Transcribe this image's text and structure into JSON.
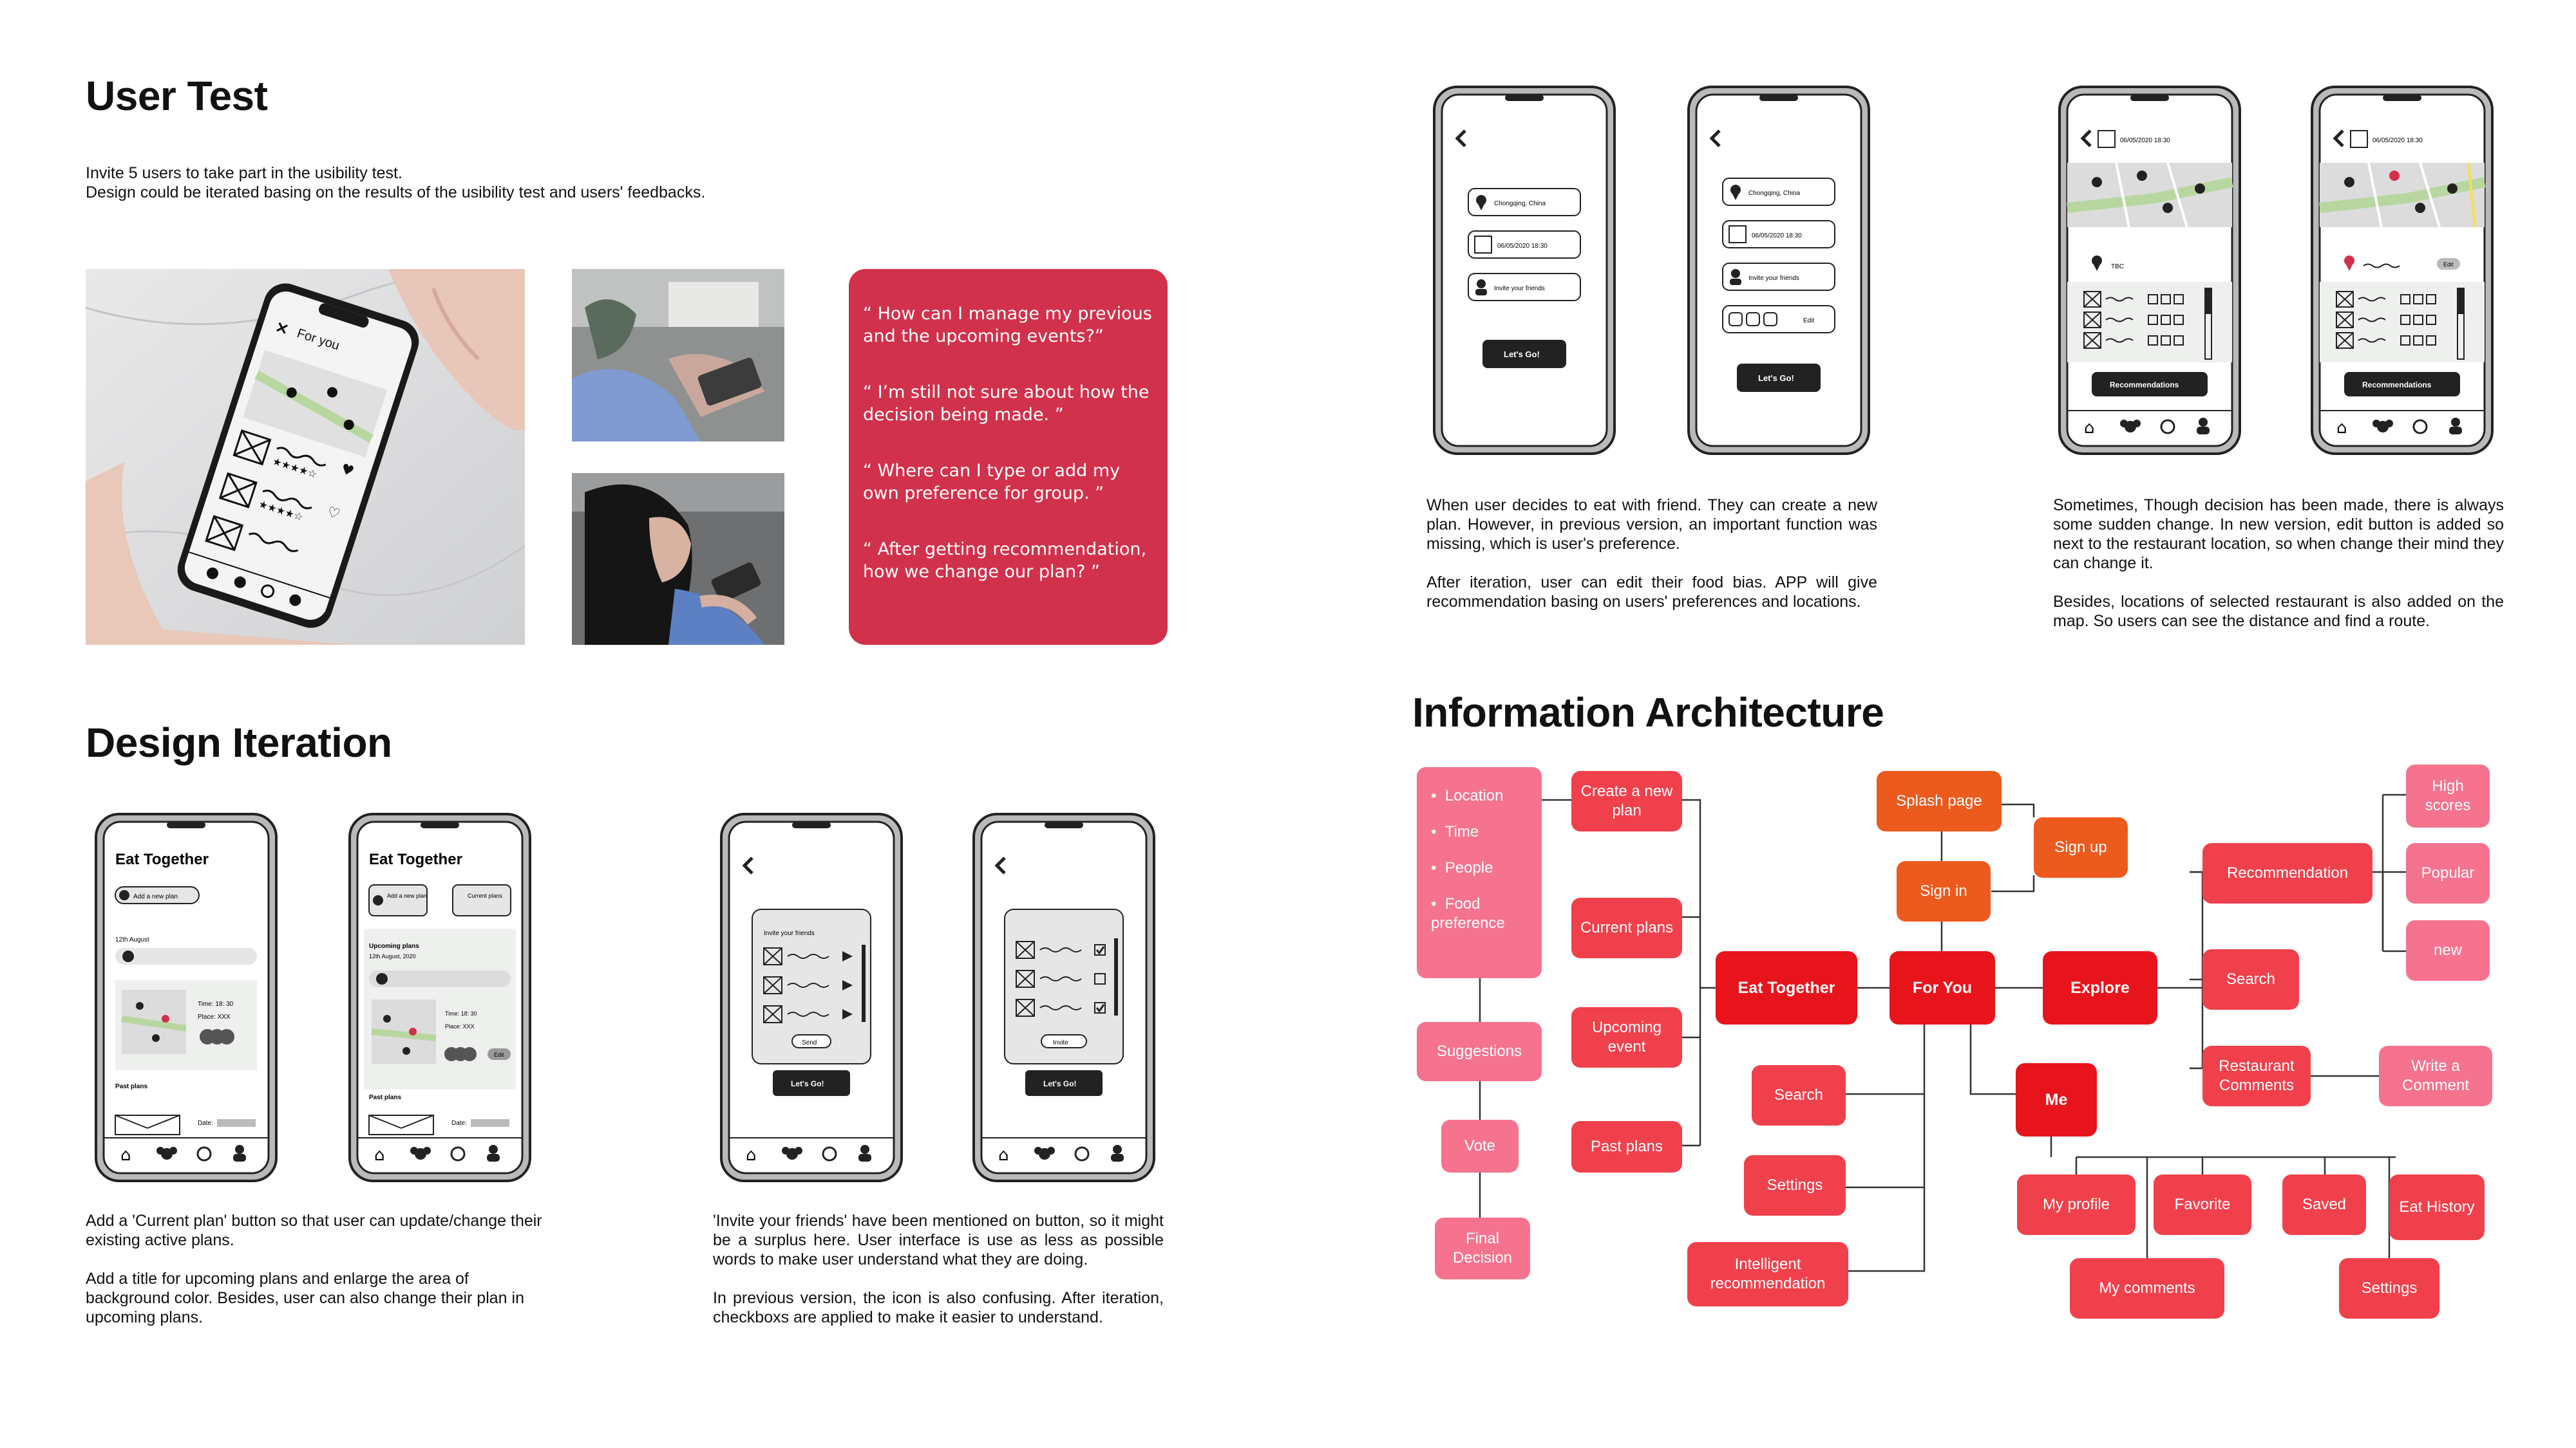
{
  "user_test": {
    "title": "User Test",
    "description": "Invite 5 users to take part in the usibility test.\nDesign could be iterated basing on the results of the usibility test and users' feedbacks.",
    "phone_photo_text": "For you",
    "quotes": [
      "“ How can I manage my previous and the upcoming events?”",
      "“ I’m still not sure about how the decision being made. ”",
      "“ Where can I type or add my own preference for group. ”",
      "“ After getting recommendation, how we change our plan? ”"
    ]
  },
  "design_iteration": {
    "title": "Design Iteration",
    "note_1": "Add a 'Current plan' button so that user can update/change their existing active plans.\n\nAdd a title for upcoming plans and enlarge the area of background color. Besides, user can also change their plan in upcoming plans.",
    "note_2": "'Invite your friends' have been mentioned on button, so it might be a surplus here. User interface is use as less as possible words to make user understand what they are doing.\n\nIn previous version, the icon is also confusing. After iteration, checkboxs are applied to make it easier to understand.",
    "note_3": "When user decides to eat with friend. They can create a new plan. However, in previous version, an important function was missing, which is user's preference.\n\nAfter iteration, user can edit their food bias. APP will give recommendation basing on users' preferences and locations.",
    "note_4": "Sometimes, Though decision has been made, there is always some sudden change. In new version, edit button is added so next to the restaurant location, so when change their mind they can change it.\n\nBesides, locations of selected restaurant is also added on the map. So users can see the distance and find a route."
  },
  "wireframes": {
    "home_title": "Eat Together",
    "add_plan": "Add a new plan",
    "add_plan_short": "Add a new plan",
    "current_plans": "Current plans",
    "date_label": "12th August",
    "upcoming_label": "Upcoming plans",
    "upcoming_date": "12th August, 2020",
    "time_label": "Time: 18: 30",
    "place_label": "Place: XXX",
    "past_plans": "Past plans",
    "date_field": "Date:",
    "edit": "Edit",
    "invite_friends": "Invite your friends",
    "send": "Send",
    "invite": "Invite",
    "lets_go": "Let's Go!",
    "location": "Chongqing, China",
    "datetime": "06/05/2020   18:30",
    "tbc": "TBC",
    "recommendations": "Recommendations"
  },
  "info_arch": {
    "title": "Information Architecture",
    "planning_items": [
      "Location",
      "Time",
      "People",
      "Food preference"
    ],
    "suggestions": "Suggestions",
    "vote": "Vote",
    "final_decision": "Final Decision",
    "create_plan": "Create a new plan",
    "current_plans": "Current plans",
    "upcoming_event": "Upcoming event",
    "past_plans": "Past plans",
    "eat_together": "Eat Together",
    "search_left": "Search",
    "settings_left": "Settings",
    "intelligent": "Intelligent recommendation",
    "splash": "Splash page",
    "sign_up": "Sign up",
    "sign_in": "Sign in",
    "for_you": "For You",
    "explore": "Explore",
    "me": "Me",
    "recommendation": "Recommendation",
    "search_right": "Search",
    "restaurant_comments": "Restaurant Comments",
    "high_scores": "High scores",
    "popular": "Popular",
    "new": "new",
    "write_comment": "Write a Comment",
    "my_profile": "My profile",
    "favorite": "Favorite",
    "saved": "Saved",
    "eat_history": "Eat History",
    "my_comments": "My comments",
    "settings_right": "Settings"
  },
  "colors": {
    "pink": "#f5738f",
    "red": "#f0404c",
    "deep_red": "#e8141c",
    "orange": "#ed5a1e",
    "quote_card": "#d1314b"
  }
}
